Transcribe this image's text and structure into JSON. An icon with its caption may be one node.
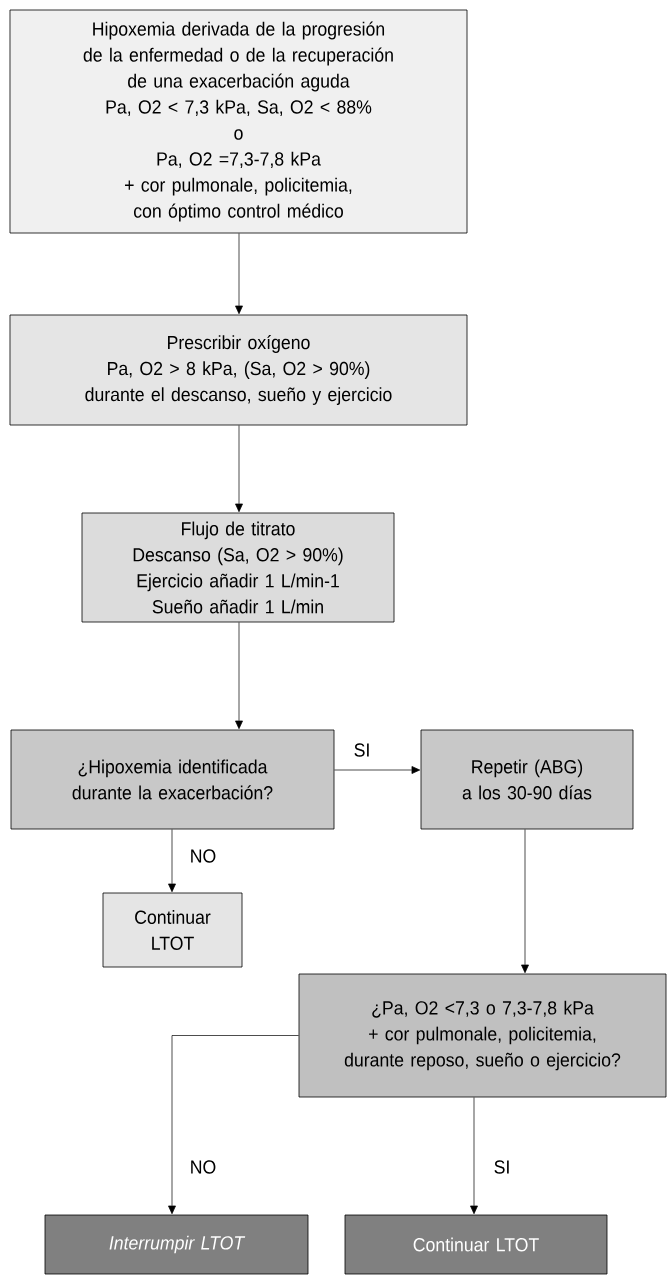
{
  "diagram": {
    "nodes": [
      {
        "text": [
          "Hipoxemia derivada de la progresión de la enfermedad o de la recuperación de una exacerbación aguda",
          "Pa, O2 < 7,3 kPa, Sa, O2 < 88%",
          "o",
          "Pa, O2 =7,3-7,8 kPa",
          "+ cor pulmonale, policitemia,",
          "con óptimo control médico"
        ]
      },
      {
        "text": [
          "Prescribir oxígeno",
          "Pa, O2 > 8 kPa, (Sa, O2 > 90%)",
          "durante el descanso, sueño y ejercicio"
        ]
      },
      {
        "text": [
          "Flujo de titrato",
          "Descanso (Sa, O2 > 90%)",
          "Ejercicio añadir 1 L/min-1",
          "Sueño añadir 1 L/min"
        ]
      },
      {
        "text": [
          "¿Hipoxemia identificada durante la exacerbación?"
        ]
      },
      {
        "text": [
          "Repetir (ABG)",
          "a los 30-90 días"
        ]
      },
      {
        "text": [
          "Continuar LTOT"
        ]
      },
      {
        "text": [
          "¿Pa, O2 <7,3 o 7,3-7,8 kPa",
          "+ cor pulmonale, policitemia, durante reposo, sueño o ejercicio?"
        ]
      },
      {
        "text": [
          "Interrumpir LTOT"
        ]
      },
      {
        "text": [
          "Continuar LTOT"
        ]
      }
    ],
    "edges": [
      {
        "from": 0,
        "to": 1,
        "arrow": "to"
      },
      {
        "from": 1,
        "to": 2,
        "arrow": "to"
      },
      {
        "from": 2,
        "to": 3,
        "arrow": "to"
      },
      {
        "from": 3,
        "to": 4,
        "arrow": "to",
        "label": "SI"
      },
      {
        "from": 3,
        "to": 5,
        "arrow": "to",
        "label": "NO"
      },
      {
        "from": 4,
        "to": 6,
        "arrow": "to"
      },
      {
        "from": 6,
        "to": 7,
        "arrow": "to",
        "label": "NO"
      },
      {
        "from": 6,
        "to": 8,
        "arrow": "to",
        "label": "SI"
      }
    ]
  }
}
